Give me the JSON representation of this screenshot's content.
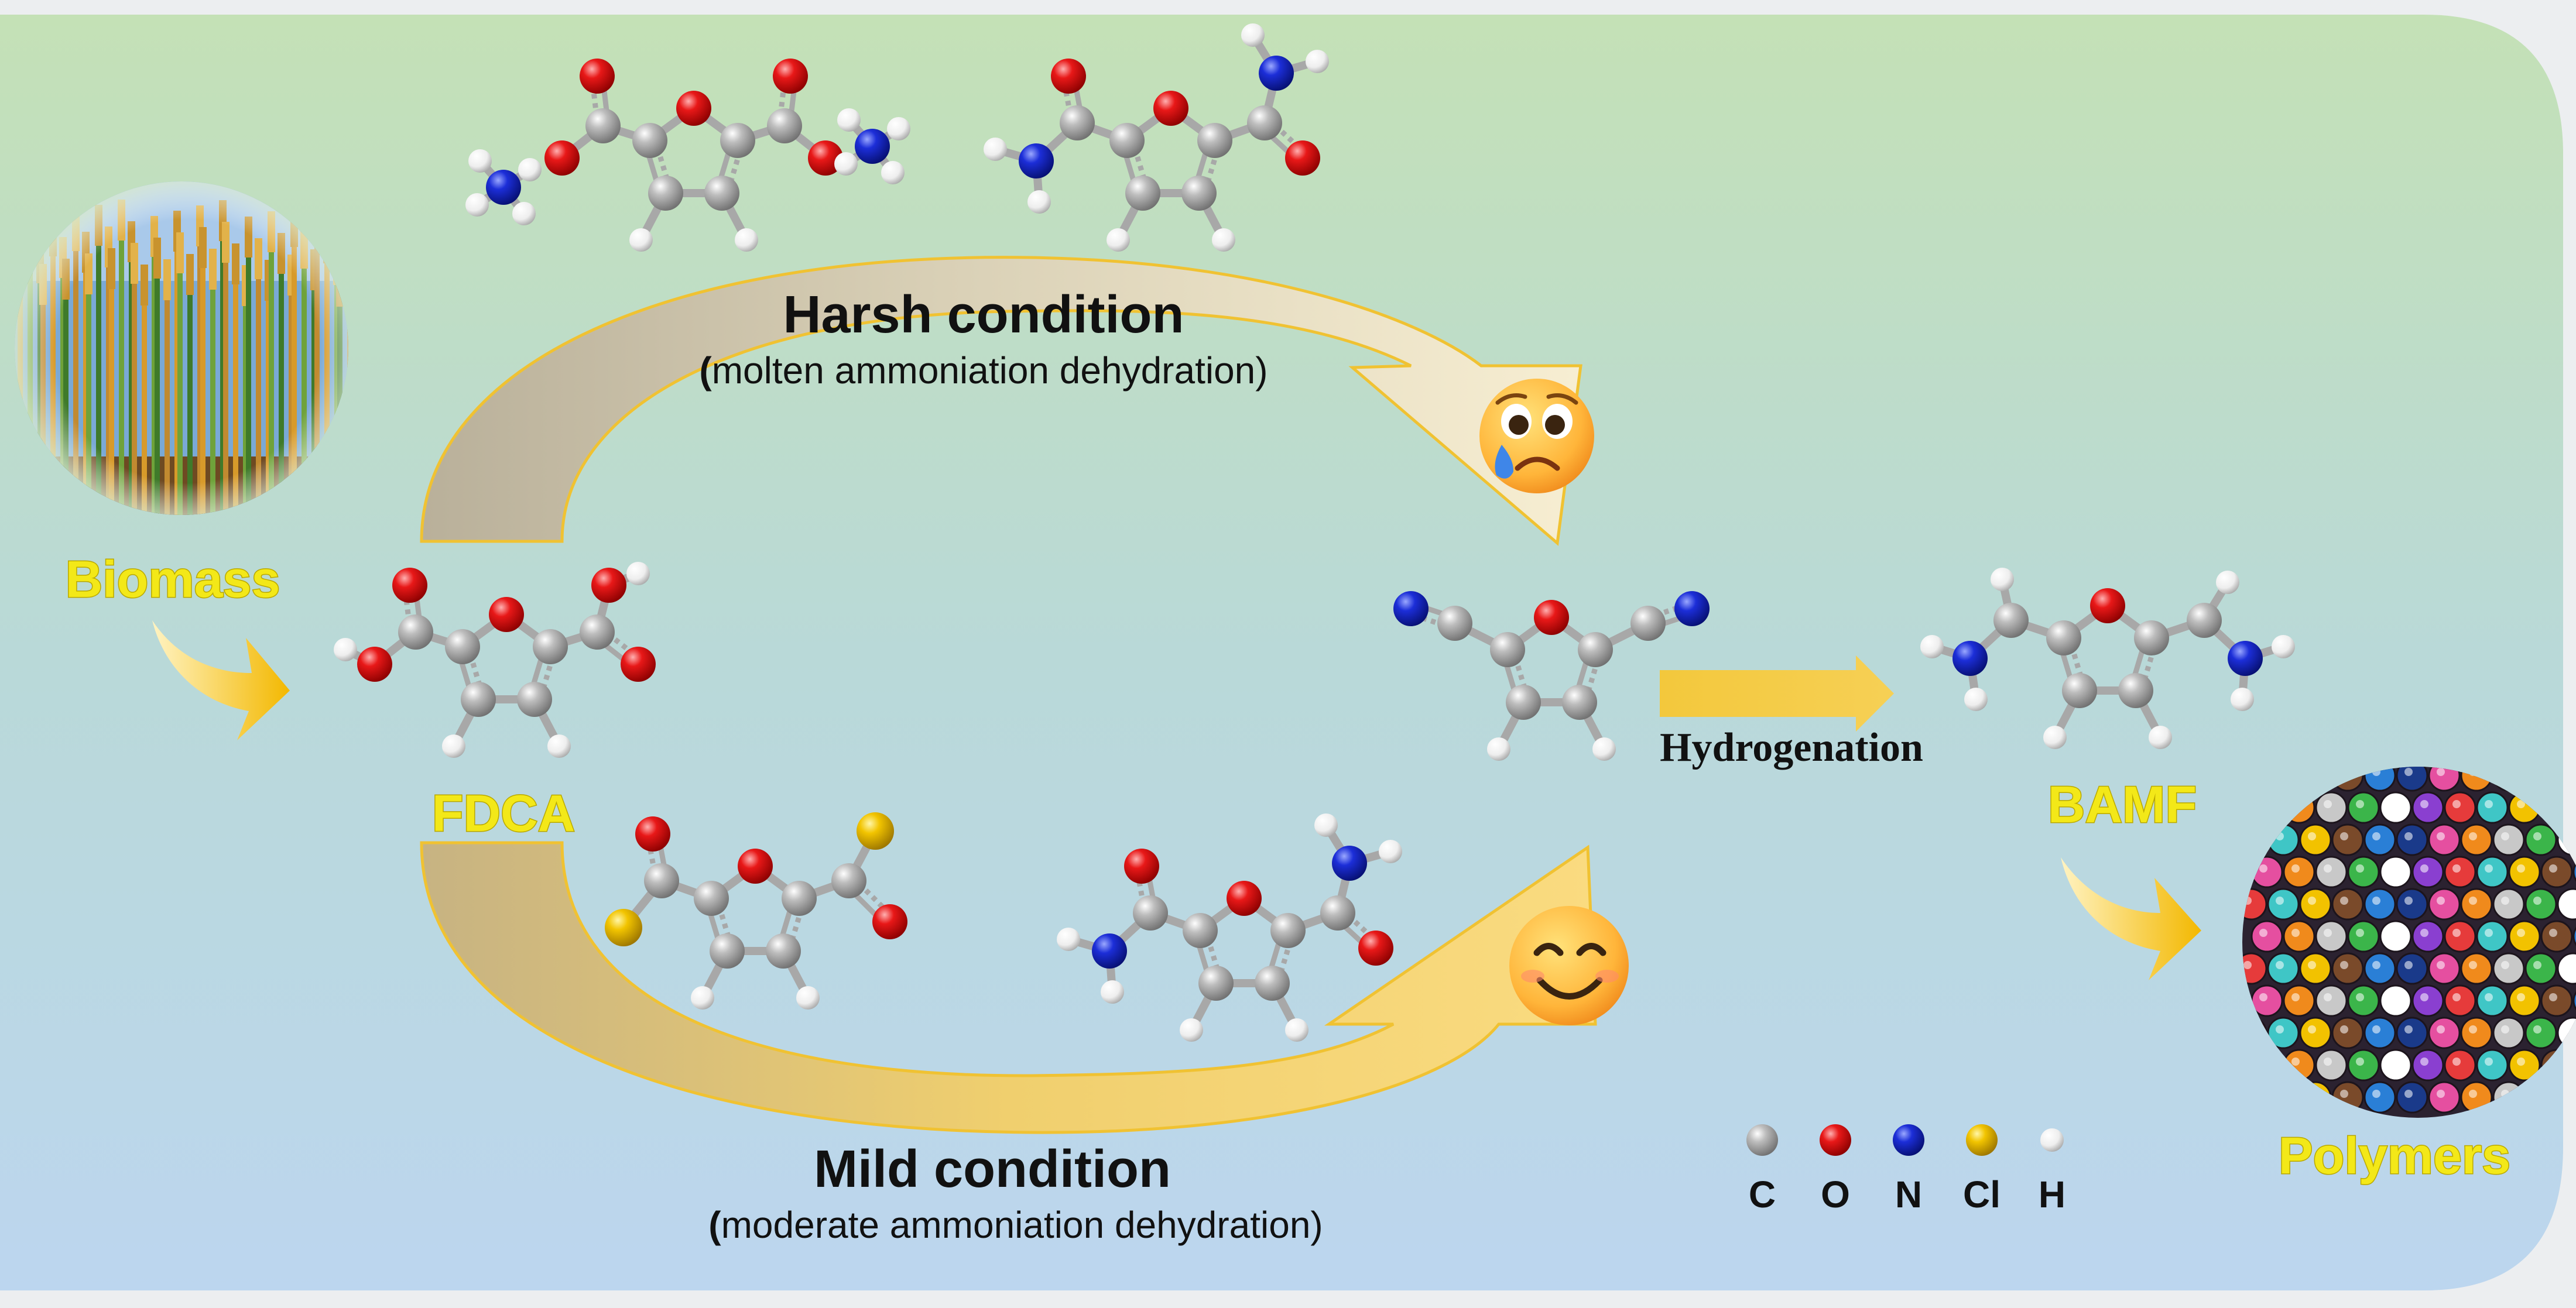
{
  "labels": {
    "biomass": "Biomass",
    "fdca": "FDCA",
    "bamf": "BAMF",
    "polymers": "Polymers",
    "hydrogenation": "Hydrogenation"
  },
  "harsh": {
    "title": "Harsh condition",
    "paren_open": "(",
    "subtitle": "molten ammoniation dehydration)"
  },
  "mild": {
    "title": "Mild condition",
    "paren_open": "(",
    "subtitle": "moderate ammoniation dehydration)"
  },
  "legend": {
    "items": [
      {
        "symbol": "C",
        "color": "#9a9a9a"
      },
      {
        "symbol": "O",
        "color": "#e01010"
      },
      {
        "symbol": "N",
        "color": "#1a2ad0"
      },
      {
        "symbol": "Cl",
        "color": "#f0c000"
      },
      {
        "symbol": "H",
        "color": "#f4f4f4"
      }
    ]
  },
  "emoji": {
    "harsh": "sad-crying-face-icon",
    "mild": "smiling-face-icon"
  },
  "colors": {
    "bg_top": "#c3e0b8",
    "bg_bottom": "#bcd5ee",
    "arrow_yellow": "#f6cf55",
    "arrow_border": "#e7b71e"
  }
}
